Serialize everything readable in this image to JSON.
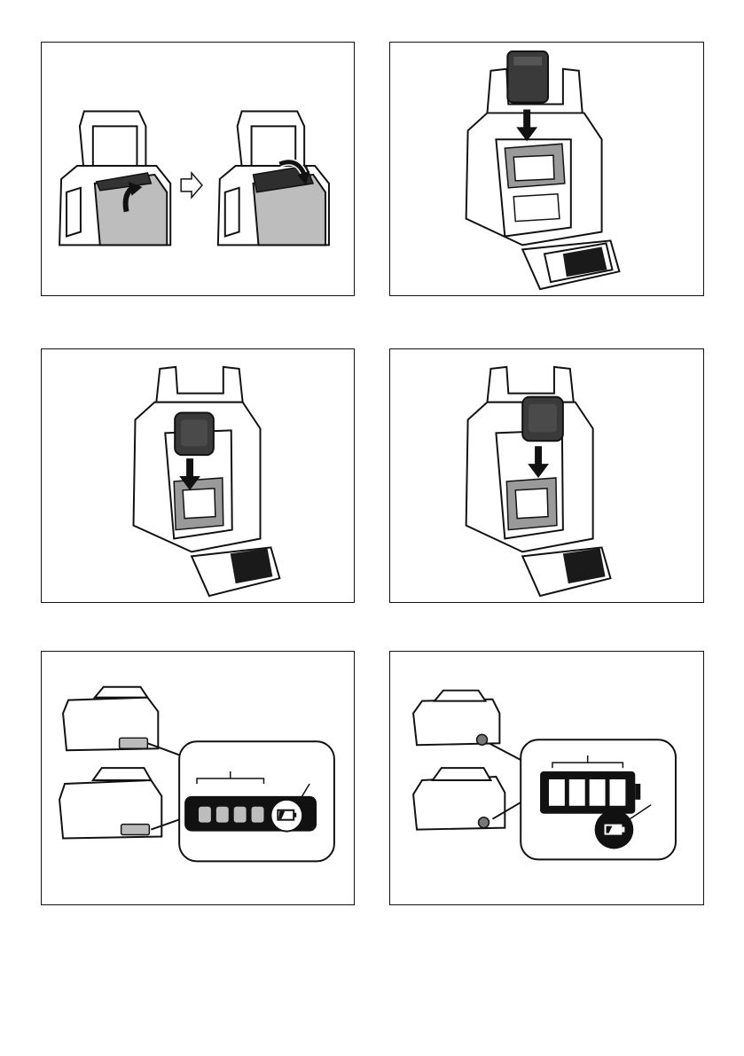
{
  "page": {
    "background": "#ffffff",
    "ink": "#111111",
    "gray": "#b9b9b9",
    "dark": "#3a3a3a"
  },
  "figures": [
    {
      "id": "fig1",
      "icons": [
        "radio-handle-icon",
        "cover-open-arrow-icon",
        "next-step-arrow-icon",
        "cover-close-arrow-icon"
      ]
    },
    {
      "id": "fig2",
      "icons": [
        "radio-open-icon",
        "battery-icon",
        "insert-arrow-icon"
      ]
    },
    {
      "id": "fig3",
      "icons": [
        "radio-open-icon",
        "battery-icon",
        "insert-arrow-icon"
      ]
    },
    {
      "id": "fig4",
      "icons": [
        "radio-open-icon",
        "battery-icon",
        "insert-arrow-icon"
      ]
    },
    {
      "id": "fig5",
      "icons": [
        "battery-pack-icon",
        "battery-pack-icon",
        "indicator-lamps-icon",
        "battery-check-icon"
      ]
    },
    {
      "id": "fig6",
      "icons": [
        "battery-pack-icon",
        "battery-pack-icon",
        "indicator-lamps-icon",
        "battery-check-icon"
      ]
    }
  ]
}
